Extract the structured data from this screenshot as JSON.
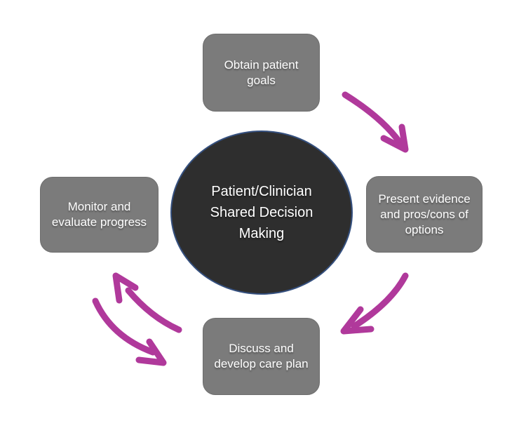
{
  "colors": {
    "background": "#FFFFFF",
    "box_fill": "#7B7B7B",
    "box_border": "#6E6E6E",
    "circle_fill": "#2E2E2E",
    "circle_border": "#35507F",
    "arrow": "#B0399B",
    "text": "#FFFFFF"
  },
  "center": {
    "id": "patient-clinician-shared-decision-making",
    "lines": [
      "Patient/Clinician",
      "Shared Decision",
      "Making"
    ]
  },
  "nodes": {
    "top": {
      "id": "obtain-patient-goals",
      "lines": [
        "Obtain patient",
        "goals"
      ]
    },
    "right": {
      "id": "present-evidence",
      "lines": [
        "Present evidence",
        "and pros/cons of",
        "options"
      ]
    },
    "bottom": {
      "id": "discuss-develop-care-plan",
      "lines": [
        "Discuss and",
        "develop care plan"
      ]
    },
    "left": {
      "id": "monitor-evaluate-progress",
      "lines": [
        "Monitor and",
        "evaluate progress"
      ]
    }
  },
  "arrows": [
    {
      "from": "obtain-patient-goals",
      "to": "present-evidence",
      "bidirectional": false
    },
    {
      "from": "present-evidence",
      "to": "discuss-develop-care-plan",
      "bidirectional": false
    },
    {
      "from": "discuss-develop-care-plan",
      "to": "monitor-evaluate-progress",
      "bidirectional": true
    }
  ]
}
